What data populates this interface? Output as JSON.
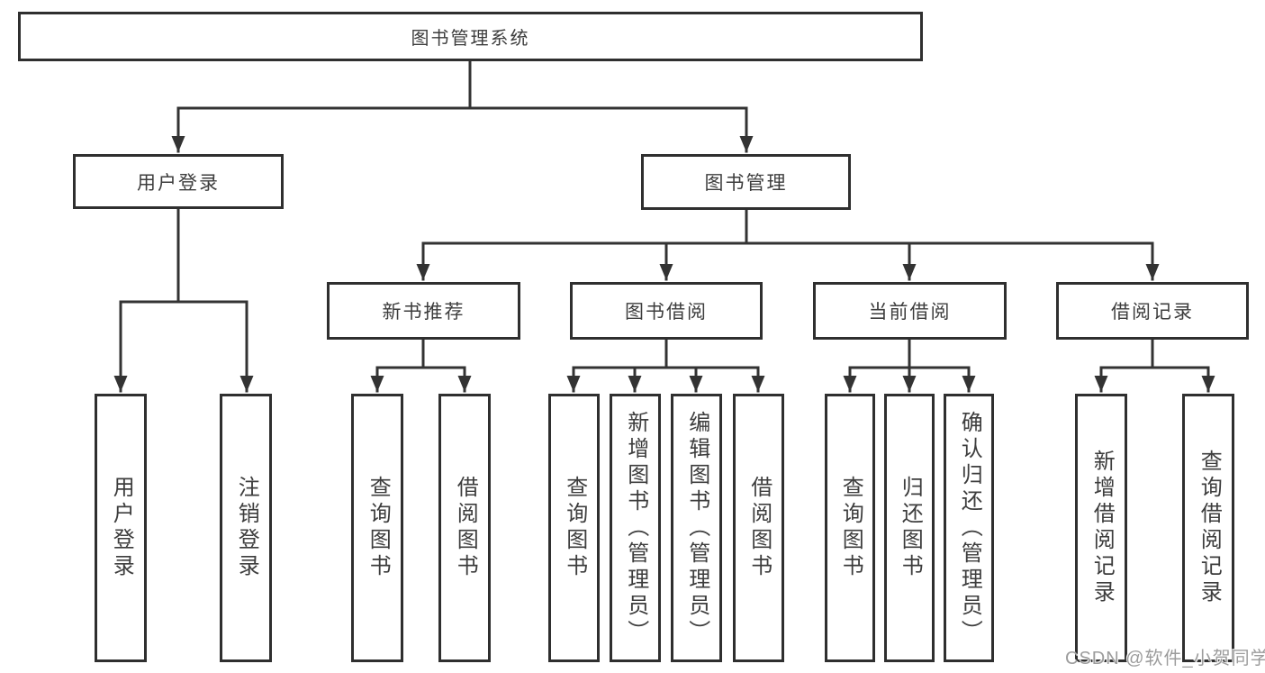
{
  "tree": {
    "label": "图书管理系统",
    "children": [
      {
        "label": "用户登录",
        "children": [
          {
            "label": "用户登录"
          },
          {
            "label": "注销登录"
          }
        ]
      },
      {
        "label": "图书管理",
        "children": [
          {
            "label": "新书推荐",
            "children": [
              {
                "label": "查询图书"
              },
              {
                "label": "借阅图书"
              }
            ]
          },
          {
            "label": "图书借阅",
            "children": [
              {
                "label": "查询图书"
              },
              {
                "label": "新增图书（管理员）"
              },
              {
                "label": "编辑图书（管理员）"
              },
              {
                "label": "借阅图书"
              }
            ]
          },
          {
            "label": "当前借阅",
            "children": [
              {
                "label": "查询图书"
              },
              {
                "label": "归还图书"
              },
              {
                "label": "确认归还（管理员）"
              }
            ]
          },
          {
            "label": "借阅记录",
            "children": [
              {
                "label": "新增借阅记录"
              },
              {
                "label": "查询借阅记录"
              }
            ]
          }
        ]
      }
    ]
  },
  "watermark": "CSDN @软件_小贺同学",
  "colors": {
    "line": "#333333",
    "border": "#2f2f2f",
    "text": "#3d3d3d",
    "watermark": "#9c9c9c",
    "background": "#ffffff"
  }
}
